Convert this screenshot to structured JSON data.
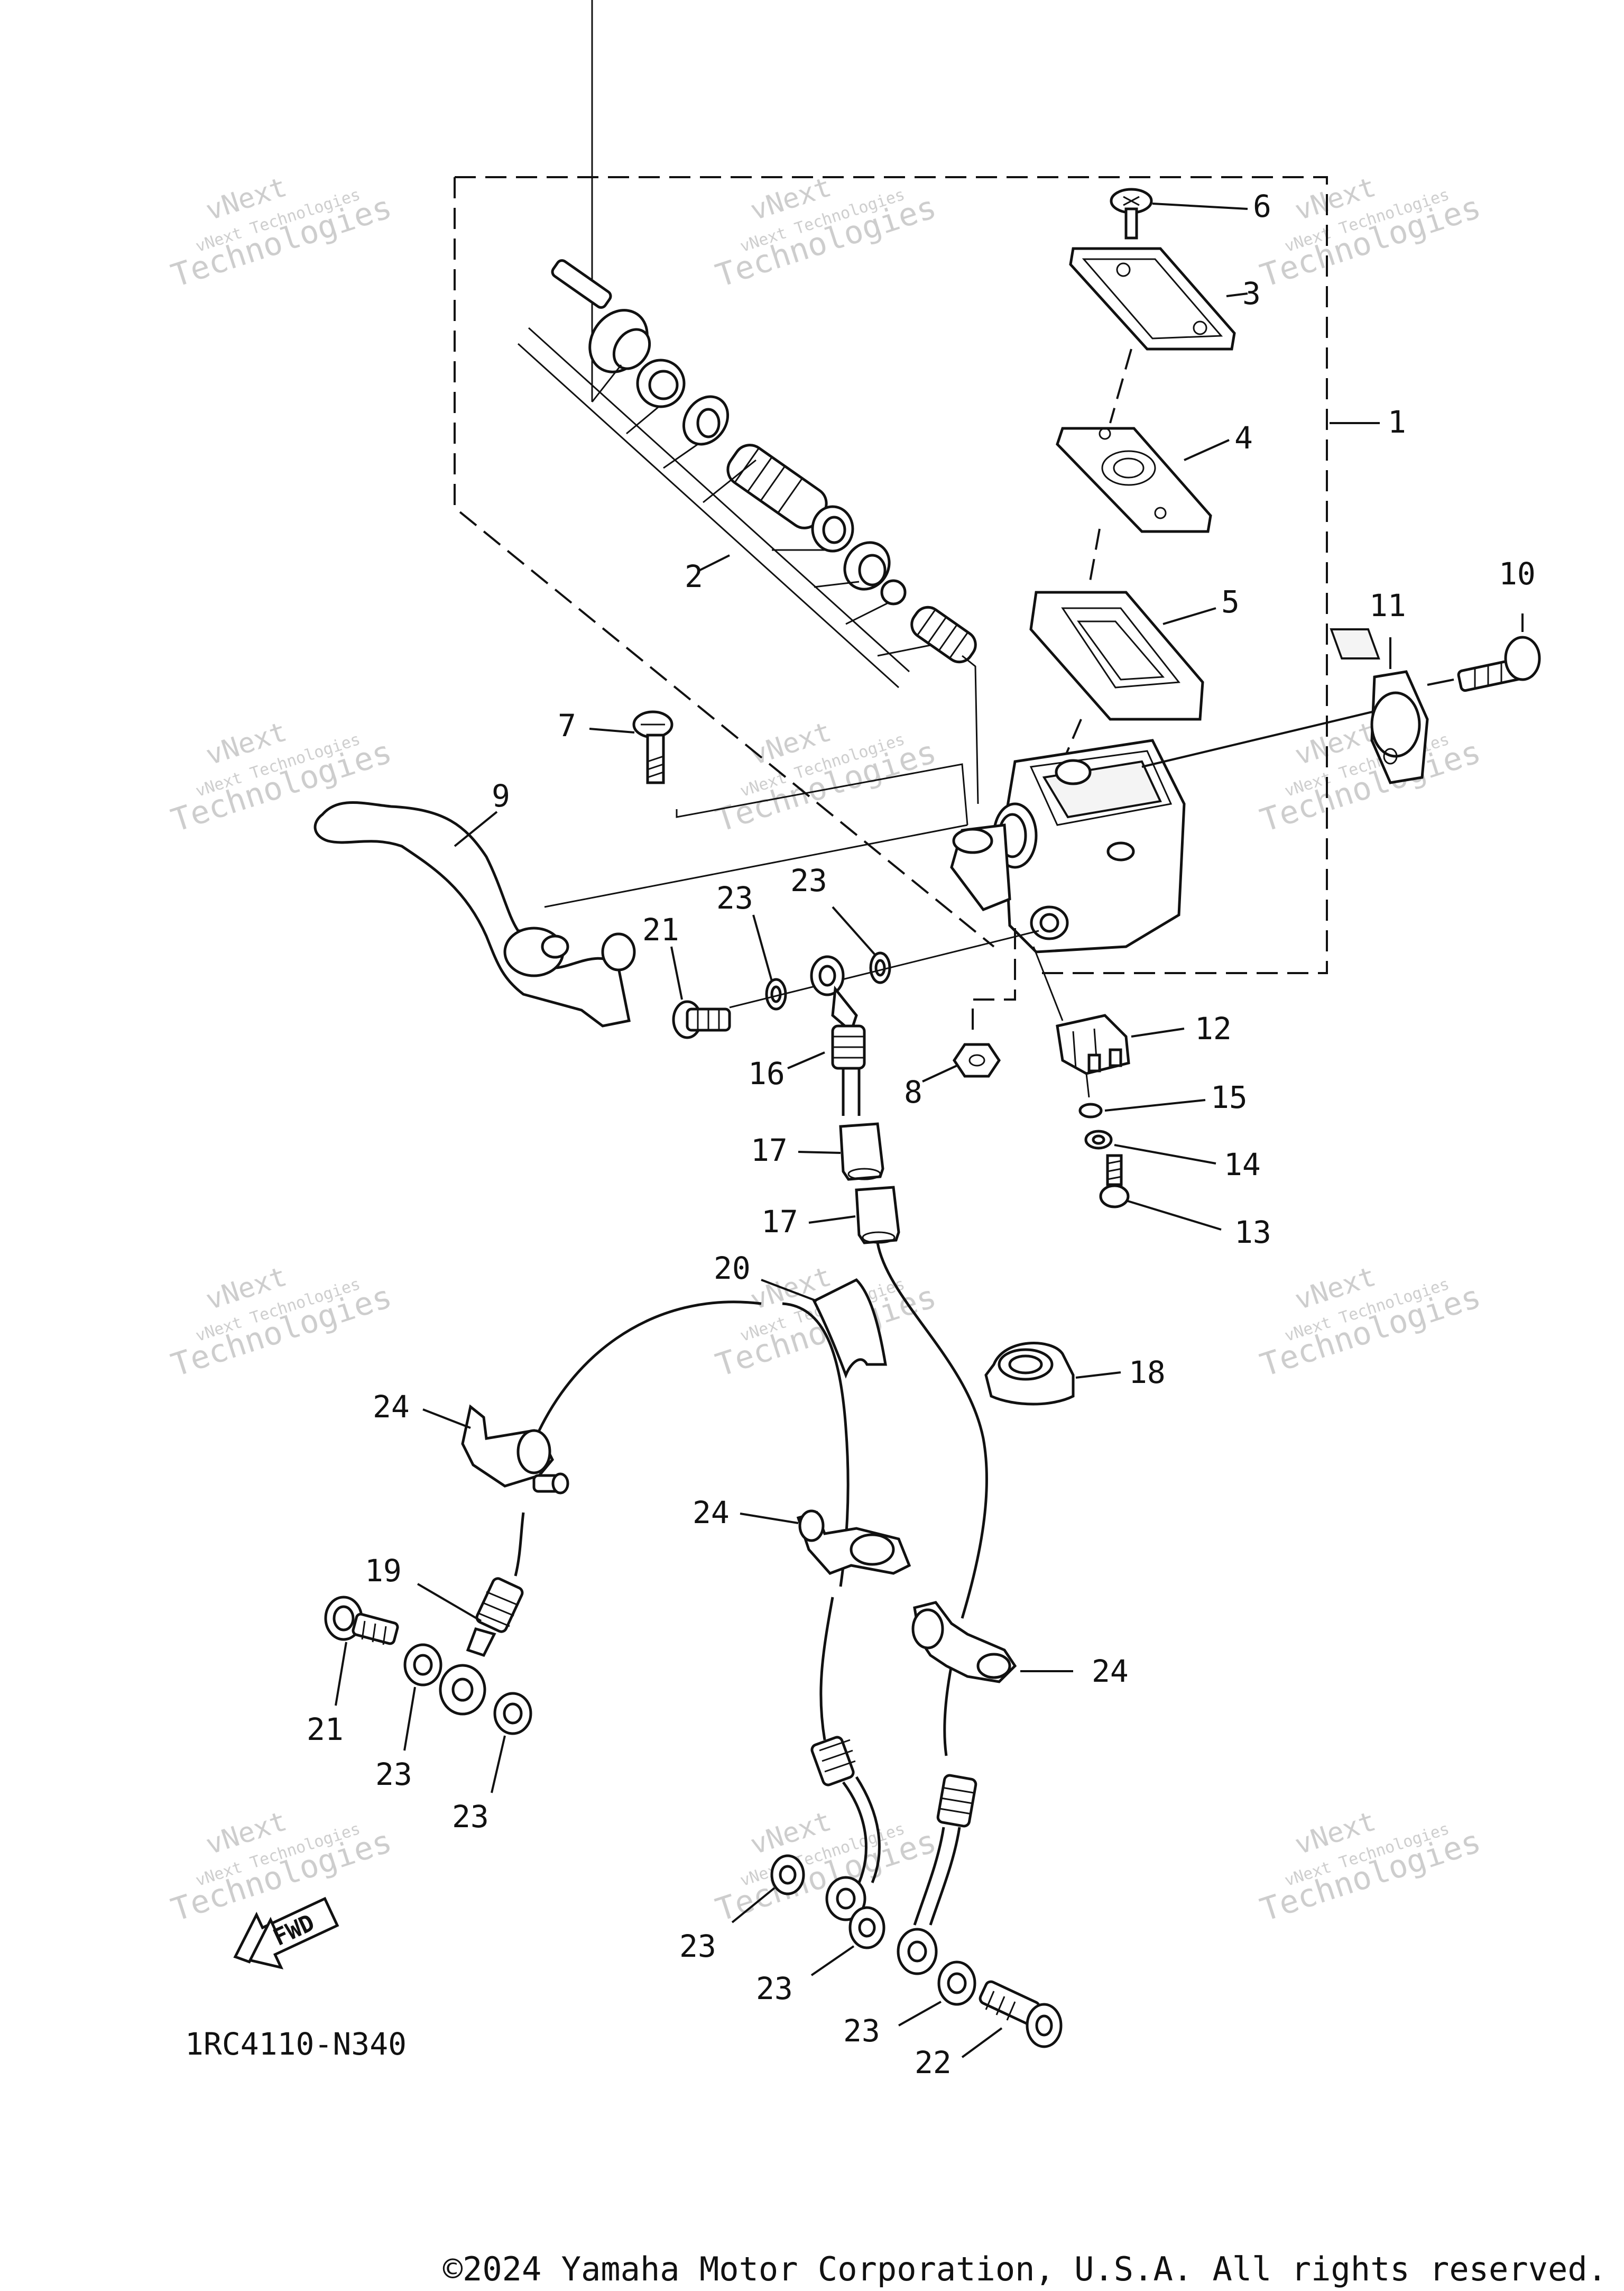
{
  "diagram_code": "1RC4110-N340",
  "fwd_label": "FWD",
  "copyright": "©2024 Yamaha Motor Corporation, U.S.A. All rights reserved.",
  "watermark": {
    "line1": "vNext",
    "line2": "vNext Technologies",
    "line3": "Technologies"
  },
  "part_labels": [
    {
      "id": "p1",
      "text": "1"
    },
    {
      "id": "p2",
      "text": "2"
    },
    {
      "id": "p3",
      "text": "3"
    },
    {
      "id": "p4",
      "text": "4"
    },
    {
      "id": "p5",
      "text": "5"
    },
    {
      "id": "p6",
      "text": "6"
    },
    {
      "id": "p7",
      "text": "7"
    },
    {
      "id": "p8",
      "text": "8"
    },
    {
      "id": "p9",
      "text": "9"
    },
    {
      "id": "p10",
      "text": "10"
    },
    {
      "id": "p11",
      "text": "11"
    },
    {
      "id": "p12",
      "text": "12"
    },
    {
      "id": "p13",
      "text": "13"
    },
    {
      "id": "p14",
      "text": "14"
    },
    {
      "id": "p15",
      "text": "15"
    },
    {
      "id": "p16",
      "text": "16"
    },
    {
      "id": "p17a",
      "text": "17"
    },
    {
      "id": "p17b",
      "text": "17"
    },
    {
      "id": "p18",
      "text": "18"
    },
    {
      "id": "p19",
      "text": "19"
    },
    {
      "id": "p20",
      "text": "20"
    },
    {
      "id": "p21a",
      "text": "21"
    },
    {
      "id": "p21b",
      "text": "21"
    },
    {
      "id": "p22",
      "text": "22"
    },
    {
      "id": "p23a",
      "text": "23"
    },
    {
      "id": "p23b",
      "text": "23"
    },
    {
      "id": "p23c",
      "text": "23"
    },
    {
      "id": "p23d",
      "text": "23"
    },
    {
      "id": "p23e",
      "text": "23"
    },
    {
      "id": "p23f",
      "text": "23"
    },
    {
      "id": "p23g",
      "text": "23"
    },
    {
      "id": "p24a",
      "text": "24"
    },
    {
      "id": "p24b",
      "text": "24"
    },
    {
      "id": "p24c",
      "text": "24"
    }
  ]
}
